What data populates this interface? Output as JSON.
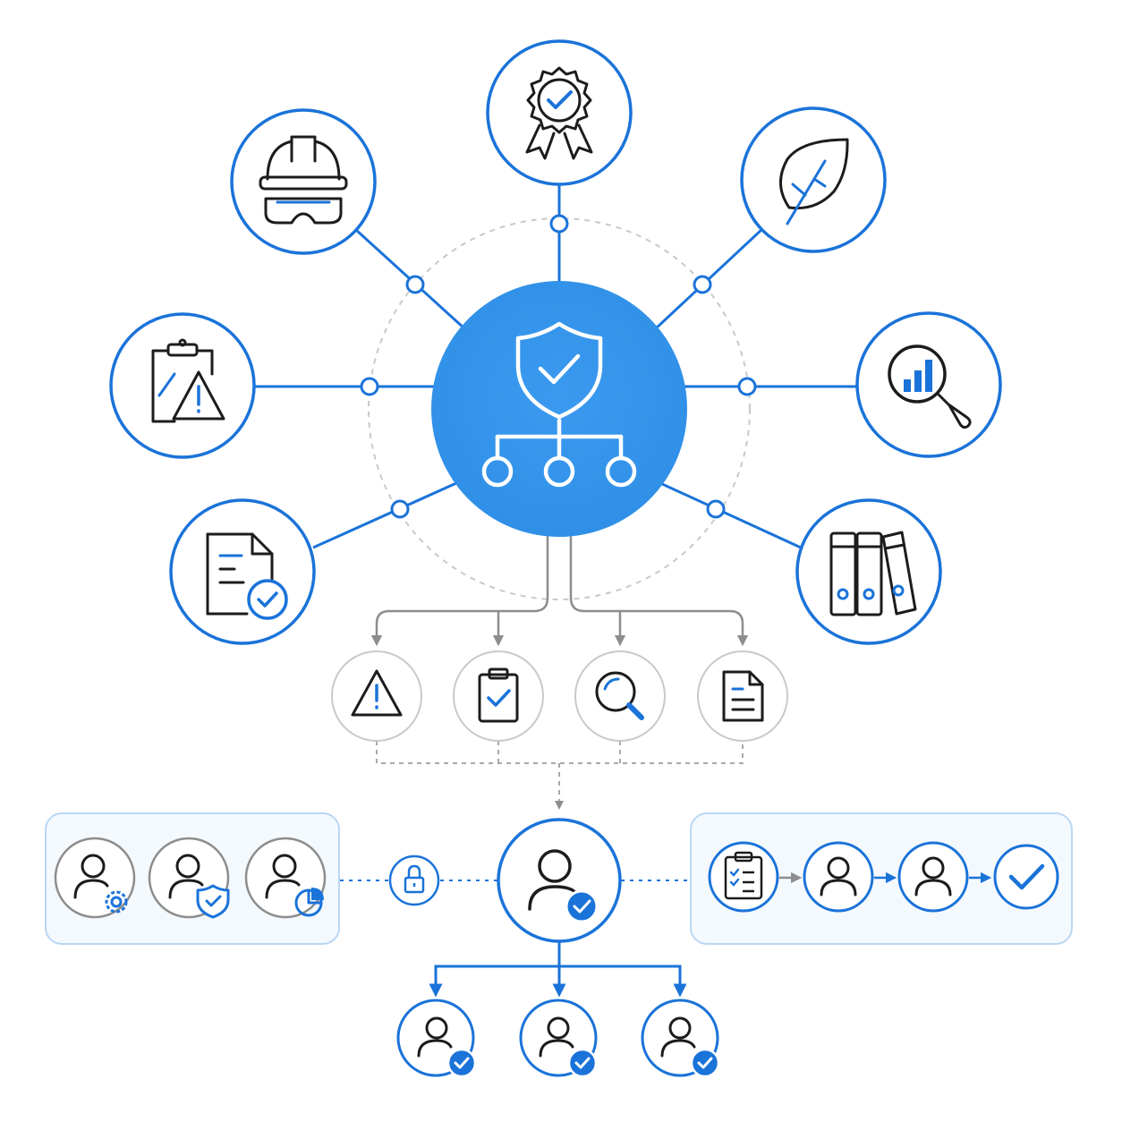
{
  "colors": {
    "primary": "#1a73d9",
    "hub_fill": "#2f8fe6",
    "hub_fill_edge": "#3b9af0",
    "icon_dark": "#1c1c1c",
    "neutral": "#8d8d8d",
    "neutral_light": "#c9c9c9",
    "panel_fill": "#f4f9fe",
    "panel_stroke": "#b9d7f3",
    "white": "#ffffff"
  },
  "hub": {
    "name": "central-hub-node",
    "icon": "shield-hierarchy-icon"
  },
  "satellites": [
    {
      "name": "top-badge-node",
      "icon": "certification-badge-icon"
    },
    {
      "name": "top-left-hardhat-node",
      "icon": "hardhat-goggles-icon"
    },
    {
      "name": "top-right-leaf-node",
      "icon": "leaf-icon"
    },
    {
      "name": "left-risk-node",
      "icon": "clipboard-warning-icon"
    },
    {
      "name": "right-analytics-node",
      "icon": "search-chart-icon"
    },
    {
      "name": "bottom-left-document-node",
      "icon": "document-check-icon"
    },
    {
      "name": "bottom-right-binders-node",
      "icon": "binders-icon"
    }
  ],
  "process_steps": [
    {
      "name": "step-warning-node",
      "icon": "warning-icon"
    },
    {
      "name": "step-checklist-node",
      "icon": "clipboard-check-icon"
    },
    {
      "name": "step-inspect-node",
      "icon": "magnifier-icon"
    },
    {
      "name": "step-document-node",
      "icon": "document-icon"
    }
  ],
  "left_panel": [
    {
      "name": "user-settings-node",
      "icon": "user-gear-icon"
    },
    {
      "name": "user-shield-node",
      "icon": "user-shield-icon"
    },
    {
      "name": "user-report-node",
      "icon": "user-pie-chart-icon"
    }
  ],
  "lock": {
    "name": "lock-node",
    "icon": "lock-icon"
  },
  "center_user": {
    "name": "verified-user-node",
    "icon": "user-check-icon"
  },
  "right_flow": [
    {
      "name": "flow-checklist-node",
      "icon": "checklist-icon"
    },
    {
      "name": "flow-user-node-1",
      "icon": "user-icon"
    },
    {
      "name": "flow-user-node-2",
      "icon": "user-icon"
    },
    {
      "name": "flow-done-node",
      "icon": "checkmark-icon"
    }
  ],
  "bottom_users": [
    {
      "name": "approved-user-node-1",
      "icon": "user-check-icon"
    },
    {
      "name": "approved-user-node-2",
      "icon": "user-check-icon"
    },
    {
      "name": "approved-user-node-3",
      "icon": "user-check-icon"
    }
  ]
}
